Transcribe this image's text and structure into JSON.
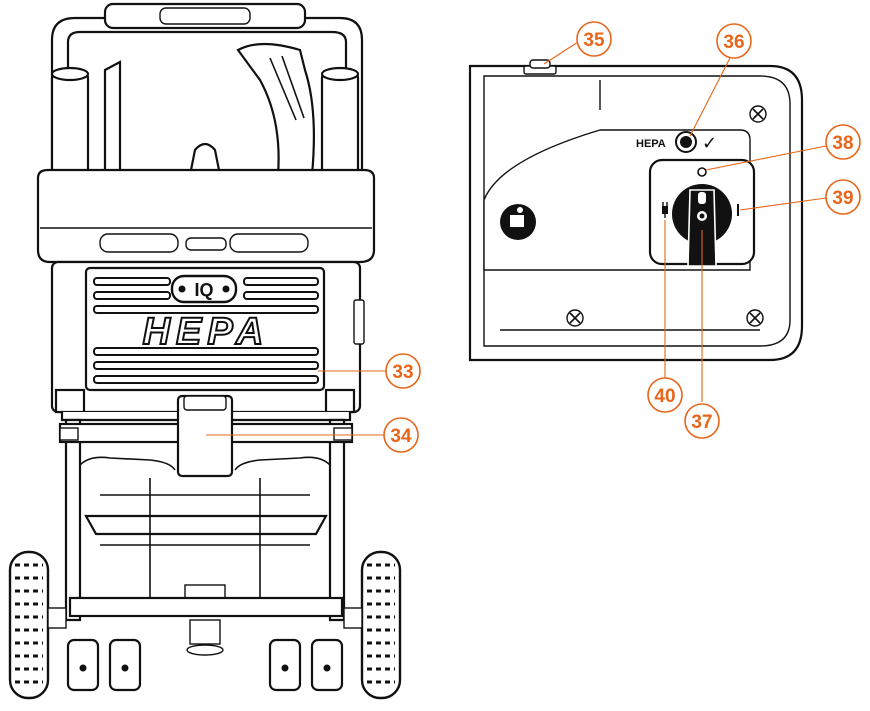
{
  "front_view": {
    "logo_text": "IQ",
    "filter_text": "HEPA"
  },
  "control_panel": {
    "hepa_label": "HEPA",
    "check_symbol": "✓",
    "plug_symbol": "plug-icon",
    "on_symbol": "I",
    "off_symbol": "O"
  },
  "callouts": [
    {
      "id": "33",
      "label": "33"
    },
    {
      "id": "34",
      "label": "34"
    },
    {
      "id": "35",
      "label": "35"
    },
    {
      "id": "36",
      "label": "36"
    },
    {
      "id": "37",
      "label": "37"
    },
    {
      "id": "38",
      "label": "38"
    },
    {
      "id": "39",
      "label": "39"
    },
    {
      "id": "40",
      "label": "40"
    }
  ],
  "colors": {
    "callout": "#e8651a",
    "outline": "#111111",
    "background": "#ffffff"
  }
}
